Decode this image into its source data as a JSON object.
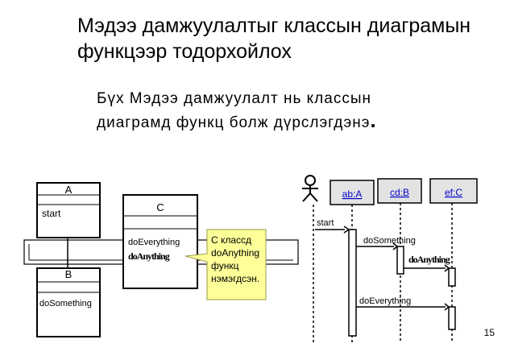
{
  "slide": {
    "title_line1": "Мэдээ дамжуулалтыг классын диаграмын",
    "title_line2": "функцээр тодорхойлох",
    "subtitle_line1": "Бүх Мэдээ дамжуулалт нь классын",
    "subtitle_line2": "диаграмд функц болж дүрслэгдэнэ",
    "subtitle_period": ".",
    "page_number": "15"
  },
  "class_diagram": {
    "class_a": {
      "name": "A",
      "operation": "start"
    },
    "class_b": {
      "name": "B",
      "operation": "doSomething"
    },
    "class_c": {
      "name": "C",
      "operation1": "doEverything",
      "operation2": "doAnything"
    },
    "note_lines": [
      "С классд",
      "doAnything",
      "функц",
      "нэмэгдсэн."
    ]
  },
  "sequence_diagram": {
    "objects": [
      "ab:A",
      "cd:B",
      "ef:C"
    ],
    "messages": [
      "start",
      "doSomething",
      "doAnything",
      "doEverything"
    ]
  },
  "colors": {
    "note_fill": "#ffff99",
    "object_fill": "#e3e3e3",
    "object_text": "#0000cc"
  }
}
